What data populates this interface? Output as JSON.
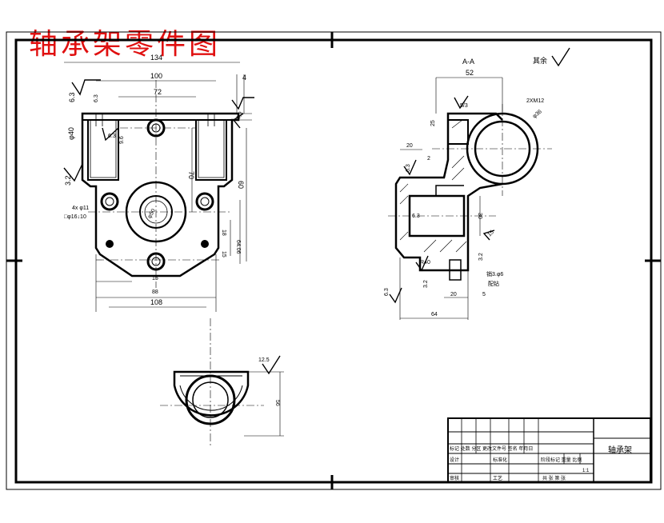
{
  "title": "轴承架零件图",
  "colors": {
    "title": "#e01010",
    "ink": "#000000",
    "paper": "#ffffff"
  },
  "front_view": {
    "dims": {
      "top_overall": "134",
      "top_outer": "100",
      "top_inner": "72",
      "top_offset": "4",
      "rough_left": "6.3",
      "rough_slot": "6.3",
      "rough_top_right": "6.3",
      "hole_dia": "φ40",
      "slot_depth": "9.6",
      "side_rough": "3.2",
      "center_dist": "70",
      "height_60": "60",
      "bore": "φ50",
      "holes_spec": "4x φ11",
      "holes_spec2": "□φ16↓10",
      "d18": "18",
      "d64": "64.06",
      "d15": "15",
      "d88": "88",
      "d15b": "15",
      "overall_108": "108"
    }
  },
  "section_view": {
    "label": "A-A",
    "others_rough": "其余",
    "dims": {
      "width_52": "52",
      "thread": "2XM12",
      "r_top": "5/3",
      "d25": "25",
      "dia_right": "φ36",
      "d20": "20",
      "d2": "2",
      "rough_63": "6.3",
      "rough_inner": "6.3",
      "d30": "30",
      "chamfer": "15",
      "d32": "3.2",
      "r_note": "R40",
      "pin": "销3.φ6",
      "pin2": "配钻",
      "d5": "5",
      "d20b": "20",
      "d64": "64",
      "rough_left": "6.3",
      "rough_mid": "3.2"
    }
  },
  "bottom_view": {
    "rough": "12.5",
    "d56": "56"
  },
  "title_block": {
    "part_name": "轴承架",
    "row_a": "标记 处数 分区 更改文件号 签名 年月日",
    "row_b_left": "设计",
    "row_b_mid": "标准化",
    "row_b_right": "阶段标记 重量 比例",
    "row_c_left": "审核",
    "row_c_mid": "工艺",
    "row_c_right": "共 张 第 张",
    "cell_ratio": "1:1"
  }
}
